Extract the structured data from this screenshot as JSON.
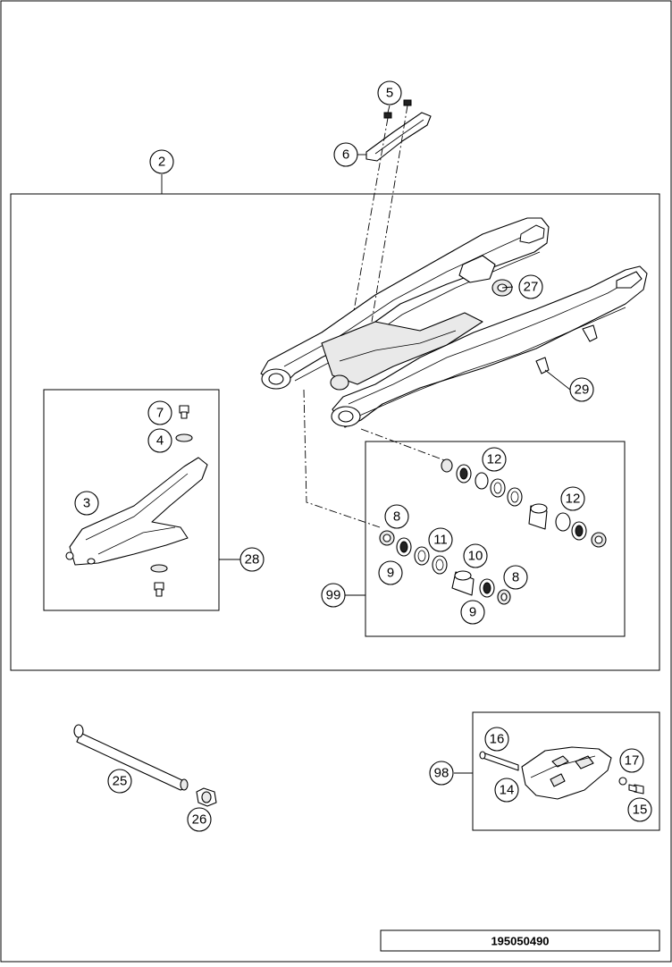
{
  "diagram_number": "195050490",
  "callouts": {
    "c2": "2",
    "c3": "3",
    "c4": "4",
    "c5": "5",
    "c6": "6",
    "c7": "7",
    "c8a": "8",
    "c8b": "8",
    "c9a": "9",
    "c9b": "9",
    "c10": "10",
    "c11": "11",
    "c12a": "12",
    "c12b": "12",
    "c14": "14",
    "c15": "15",
    "c16": "16",
    "c17": "17",
    "c25": "25",
    "c26": "26",
    "c27": "27",
    "c28": "28",
    "c29": "29",
    "c98": "98",
    "c99": "99"
  }
}
